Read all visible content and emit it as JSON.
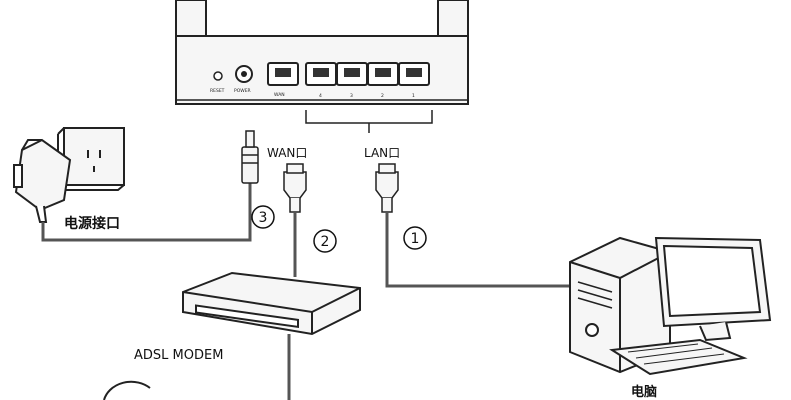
{
  "labels": {
    "wan_port": "WAN口",
    "lan_port": "LAN口",
    "power_port": "电源接口",
    "modem": "ADSL MODEM",
    "computer": "电脑"
  },
  "steps": {
    "s1": "1",
    "s2": "2",
    "s3": "3"
  },
  "router_ports": {
    "reset": "RESET",
    "power": "POWER",
    "wan": "WAN",
    "lan_numbers": [
      "4",
      "3",
      "2",
      "1"
    ]
  },
  "colors": {
    "cable": "#555555",
    "outline": "#222222",
    "fill": "#f6f6f6"
  }
}
